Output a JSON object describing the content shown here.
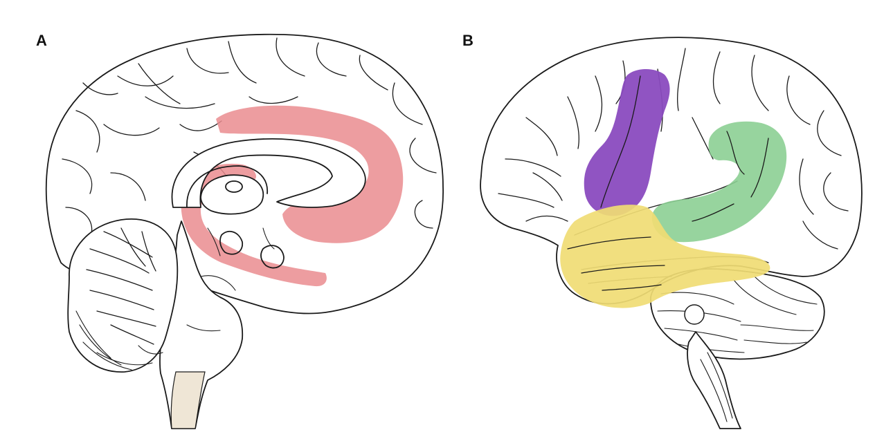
{
  "figure": {
    "panels": [
      {
        "id": "A",
        "label": "A",
        "view": "medial-sagittal"
      },
      {
        "id": "B",
        "label": "B",
        "view": "lateral-left"
      }
    ],
    "colors": {
      "limbic_region": "#ea8c8f",
      "brainstem_tint": "#efe6d6",
      "motor_strip": "#8a4bbf",
      "parietal_region": "#8ccf94",
      "temporal_region": "#f0dc74",
      "outline": "#1a1a1a"
    }
  }
}
